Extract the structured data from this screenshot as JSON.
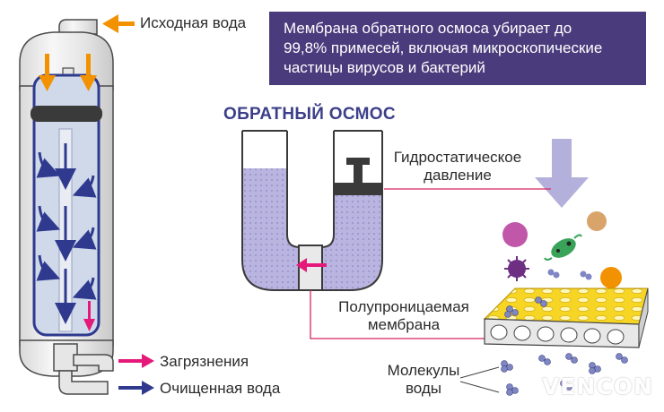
{
  "info_box": {
    "lines": [
      "Мембрана обратного осмоса убирает до",
      "99,8% примесей, включая микроскопические",
      "частицы вирусов и бактерий"
    ]
  },
  "filter": {
    "inlet_label": "Исходная вода",
    "legend": {
      "dirty": "Загрязнения",
      "clean": "Очищенная вода"
    }
  },
  "osmosis": {
    "title": "ОБРАТНЫЙ ОСМОС",
    "pressure_label": [
      "Гидростатическое",
      "давление"
    ],
    "membrane_label": [
      "Полупроницаемая",
      "мембрана"
    ],
    "molecules_label": [
      "Молекулы",
      "воды"
    ]
  },
  "brand": "VENCON",
  "colors": {
    "purple": "#4a3b7c",
    "arrow_blue": "#2f3a8f",
    "arrow_orange": "#f39200",
    "arrow_pink": "#e5197a",
    "liquid": "#b9b5e0",
    "membrane_yellow": "#f7d524"
  }
}
